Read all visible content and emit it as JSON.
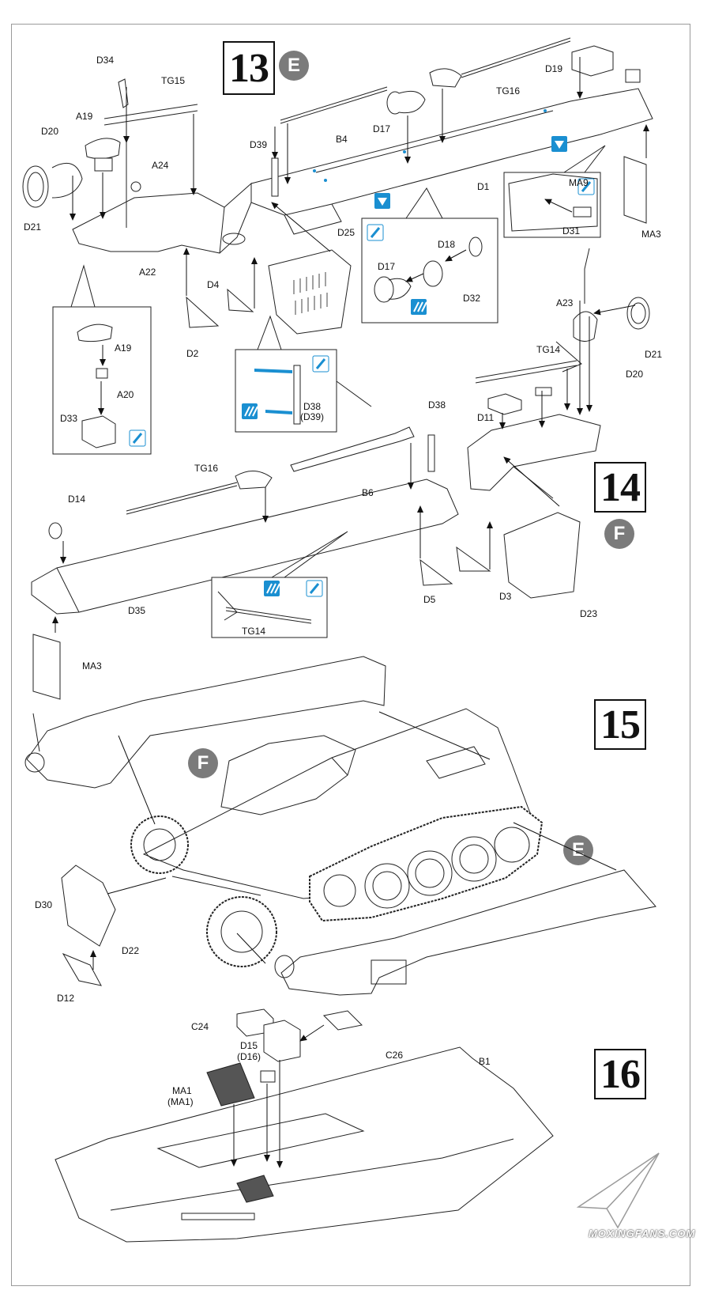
{
  "steps": {
    "s13": {
      "number": "13",
      "circle": "E"
    },
    "s14": {
      "number": "14",
      "circle": "F"
    },
    "s15": {
      "number": "15",
      "circle_f": "F",
      "circle_e": "E"
    },
    "s16": {
      "number": "16"
    }
  },
  "labels": {
    "s13": {
      "D34": "D34",
      "TG15": "TG15",
      "A19": "A19",
      "D20": "D20",
      "A24": "A24",
      "D21": "D21",
      "A22": "A22",
      "D39": "D39",
      "B4": "B4",
      "D17": "D17",
      "TG16": "TG16",
      "D19": "D19",
      "D1": "D1",
      "MA9": "MA9",
      "D31": "D31",
      "MA3": "MA3",
      "D25": "D25",
      "D4": "D4",
      "D2": "D2",
      "D18": "D18",
      "D17b": "D17",
      "D32": "D32",
      "inset_A19": "A19",
      "inset_A20": "A20",
      "inset_D33": "D33",
      "D38": "D38",
      "D39p": "(D39)"
    },
    "s14": {
      "A23": "A23",
      "D21": "D21",
      "D20": "D20",
      "TG14": "TG14",
      "D11": "D11",
      "D38": "D38",
      "B6": "B6",
      "TG16": "TG16",
      "D14": "D14",
      "D35": "D35",
      "MA3": "MA3",
      "D5": "D5",
      "D3": "D3",
      "D23": "D23",
      "inset_TG14": "TG14"
    },
    "s15": {
      "D30": "D30",
      "D22": "D22",
      "D12": "D12"
    },
    "s16": {
      "C24": "C24",
      "C26": "C26",
      "D15": "D15",
      "D16p": "(D16)",
      "MA1": "MA1",
      "MA1p": "(MA1)",
      "B1": "B1"
    }
  },
  "icons": {
    "glue": "glue-drop-icon",
    "paint": "paint-stripes-icon",
    "drill": "drill-hole-icon",
    "accent_color": "#1a8fd1"
  },
  "watermark": "MOXINGFANS.COM"
}
